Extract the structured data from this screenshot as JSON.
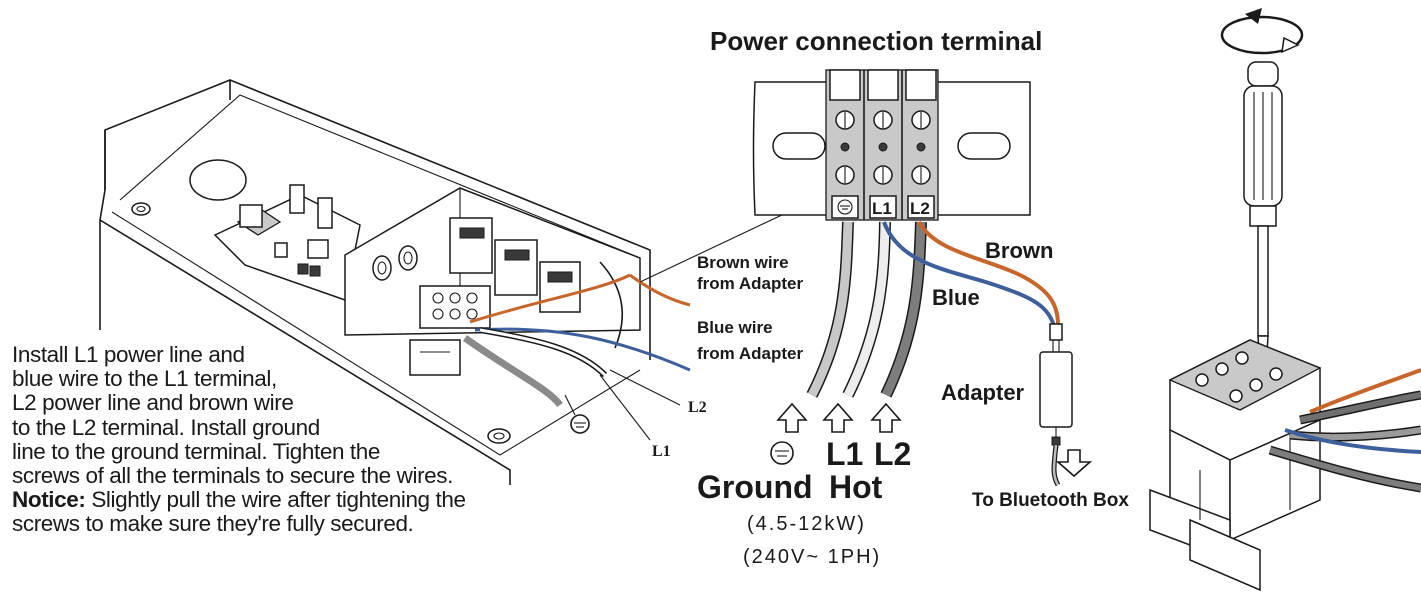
{
  "title": "Power connection terminal",
  "labels": {
    "brown_wire_from_adapter_1": "Brown wire",
    "brown_wire_from_adapter_2": "from Adapter",
    "blue_wire_from_adapter_1": "Blue wire",
    "blue_wire_from_adapter_2": "from Adapter",
    "box_l2": "L2",
    "box_l1": "L1",
    "terminal_l1": "L1",
    "terminal_l2": "L2",
    "brown": "Brown",
    "blue": "Blue",
    "adapter": "Adapter",
    "to_bluetooth_box": "To Bluetooth Box",
    "ground_symbol": "⏚",
    "ground": "Ground",
    "l1_big": "L1",
    "l2_big": "L2",
    "hot": "Hot",
    "power_range": "(4.5-12kW)",
    "voltage": "(240V~ 1PH)"
  },
  "instructions": {
    "line1": "Install L1 power line and",
    "line2": "blue wire to the L1 terminal,",
    "line3": "L2 power line and brown wire",
    "line4": "to the L2 terminal. Install ground",
    "line5": "line to the ground terminal. Tighten the",
    "line6": "screws of all the terminals to secure the wires.",
    "notice_label": "Notice:",
    "notice_text": " Slightly pull the wire after tightening the",
    "line8": "screws to make sure they're fully secured."
  },
  "colors": {
    "brown_wire": "#c8652a",
    "blue_wire": "#3d5f9c",
    "gray_wire": "#8a8a8a",
    "light_wire": "#d0d0d0",
    "dark_wire": "#555555",
    "ink": "#1a1a1a"
  }
}
